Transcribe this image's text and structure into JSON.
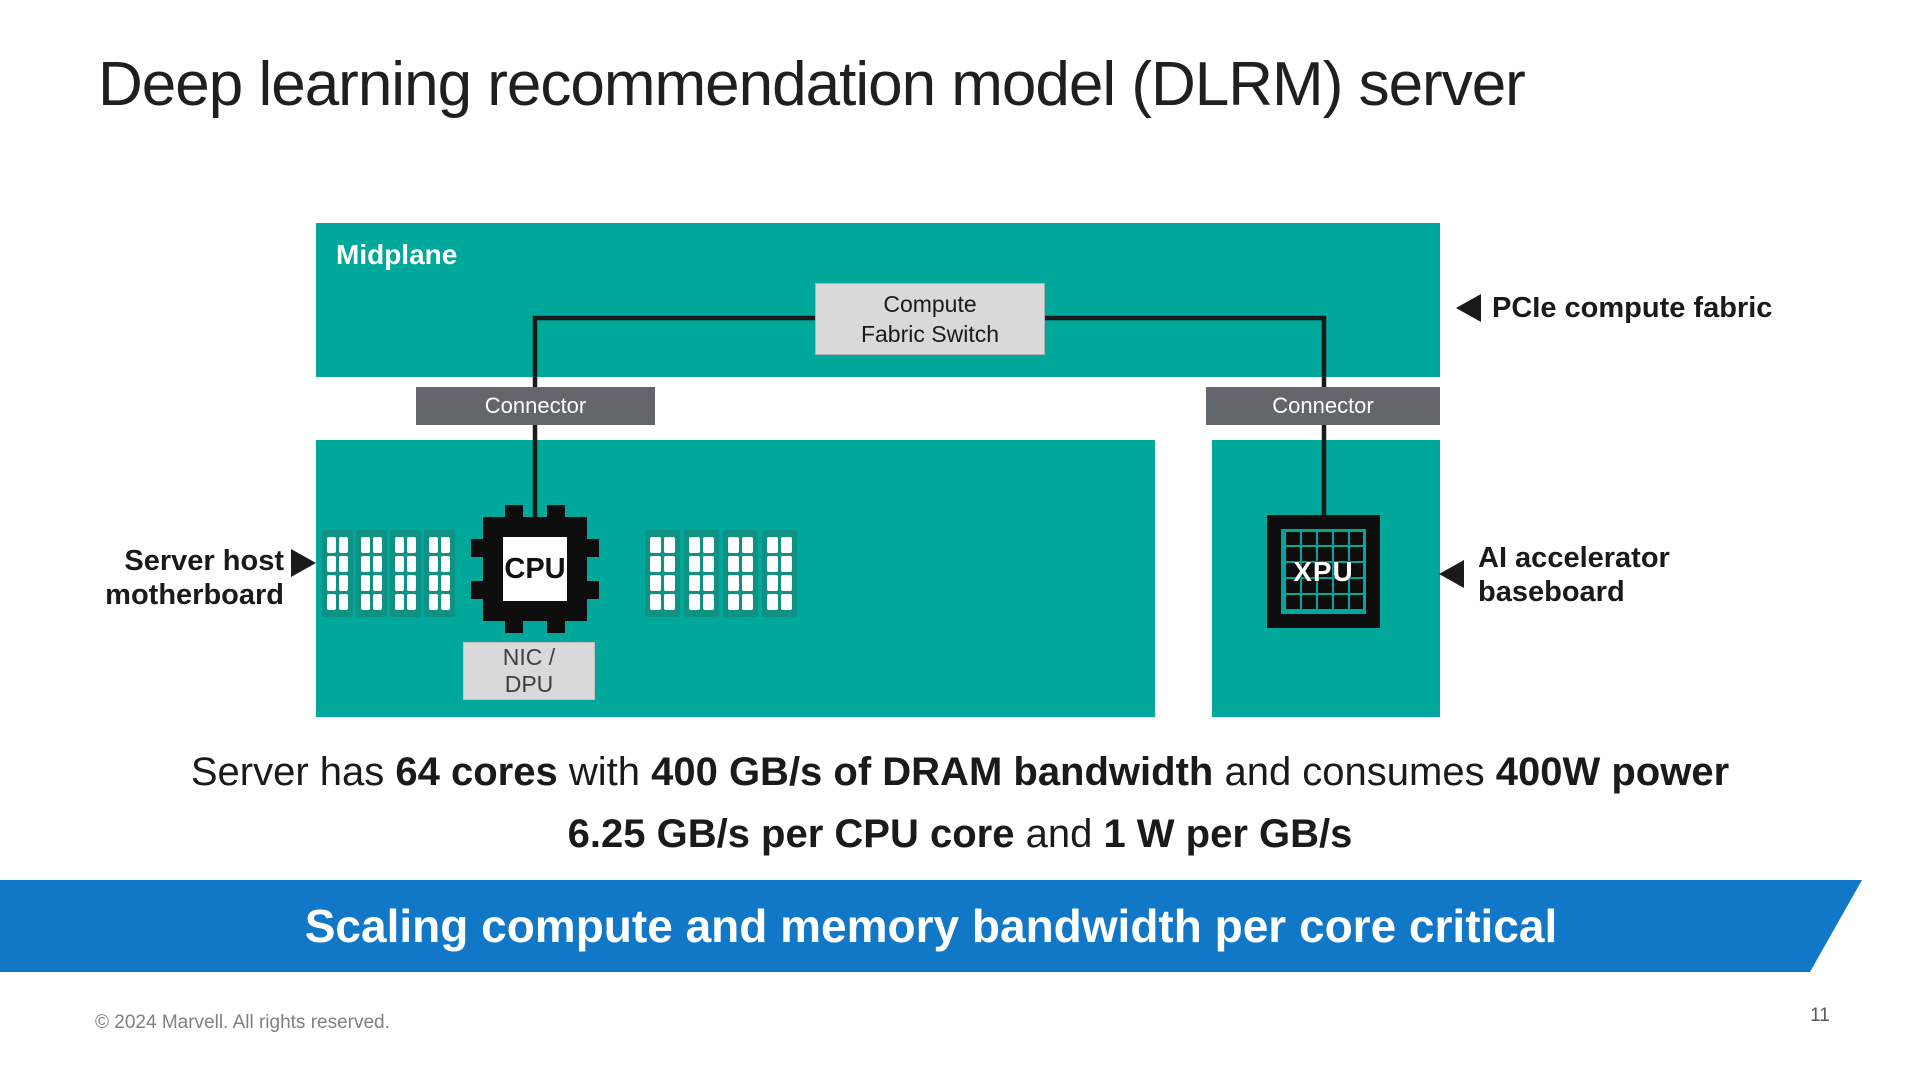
{
  "colors": {
    "teal": "#00a79b",
    "dram_module": "#0f9184",
    "connector_gray": "#63666a",
    "box_gray": "#d9d9d9",
    "line_black": "#1a1a1a",
    "banner_blue": "#1178c8"
  },
  "slide": {
    "title": "Deep learning recommendation model (DLRM) server",
    "diagram": {
      "midplane": {
        "label": "Midplane"
      },
      "compute_fabric_switch": {
        "line1": "Compute",
        "line2": "Fabric Switch"
      },
      "connector_left": {
        "label": "Connector"
      },
      "connector_right": {
        "label": "Connector"
      },
      "cpu": {
        "label": "CPU"
      },
      "nic": {
        "line1": "NIC /",
        "line2": "DPU"
      },
      "xpu": {
        "label": "XPU"
      },
      "callouts": {
        "pcie_fabric": {
          "label": "PCIe compute fabric"
        },
        "server_host": {
          "line1": "Server host",
          "line2": "motherboard"
        },
        "ai_accelerator": {
          "line1": "AI accelerator",
          "line2": "baseboard"
        }
      }
    },
    "summary": {
      "line1_parts": [
        {
          "text": "Server has ",
          "bold": false
        },
        {
          "text": "64 cores",
          "bold": true
        },
        {
          "text": " with ",
          "bold": false
        },
        {
          "text": "400 GB/s of DRAM bandwidth",
          "bold": true
        },
        {
          "text": " and consumes ",
          "bold": false
        },
        {
          "text": "400W power",
          "bold": true
        }
      ],
      "line2_parts": [
        {
          "text": "6.25 GB/s per CPU core",
          "bold": true
        },
        {
          "text": " and ",
          "bold": false
        },
        {
          "text": "1 W per GB/s",
          "bold": true
        }
      ]
    },
    "banner": {
      "label": "Scaling compute and memory bandwidth per core critical"
    },
    "footer": {
      "copyright": "© 2024 Marvell. All rights reserved.",
      "page_number": "11"
    }
  }
}
